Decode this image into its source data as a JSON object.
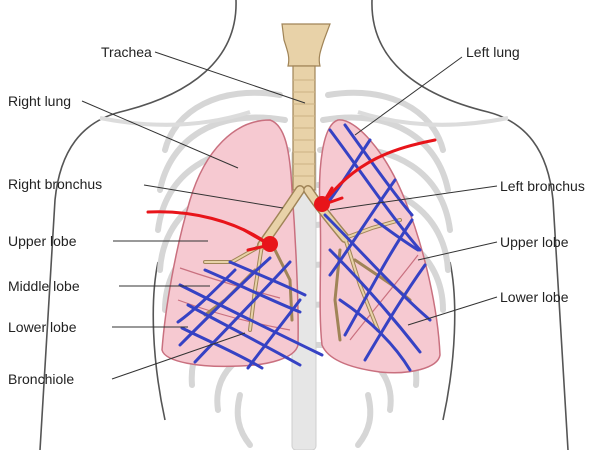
{
  "labels": {
    "trachea": "Trachea",
    "left_lung": "Left lung",
    "right_lung": "Right lung",
    "right_bronchus": "Right bronchus",
    "left_bronchus": "Left bronchus",
    "upper_lobe_right": "Upper lobe",
    "upper_lobe_left": "Upper lobe",
    "middle_lobe": "Middle lobe",
    "lower_lobe_left": "Lower lobe",
    "lower_lobe_right": "Lower lobe",
    "bronchiole": "Bronchiole"
  },
  "colors": {
    "lung_fill": "#f6c9d1",
    "lung_outline": "#c9707f",
    "airway_fill": "#e8d2a8",
    "airway_outline": "#a08457",
    "ribcage": "#d6d6d6",
    "body_outline": "#555555",
    "leader_line": "#333333",
    "red_marking": "#e8141a",
    "blue_hatching": "#3642c4"
  }
}
